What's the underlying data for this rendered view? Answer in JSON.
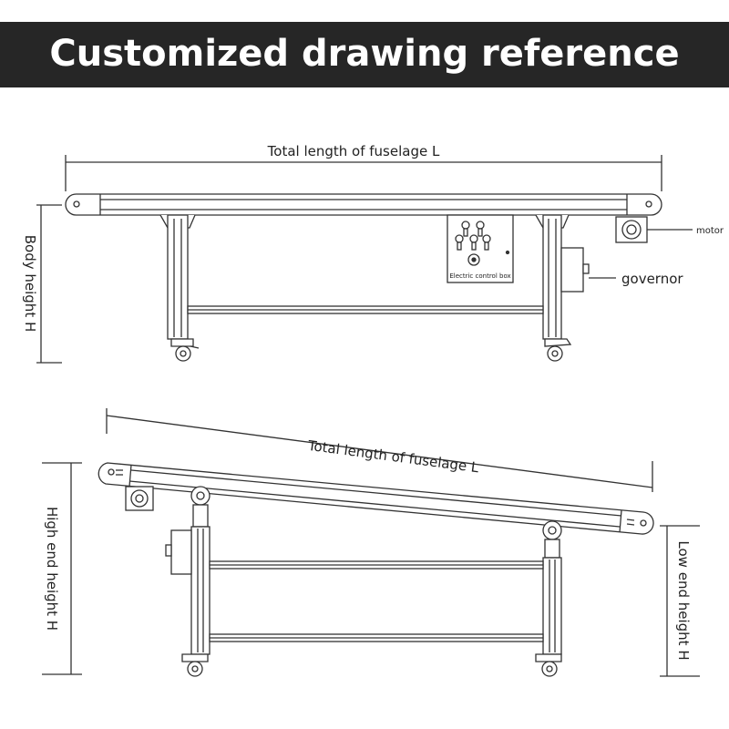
{
  "title": "Customized drawing reference",
  "colors": {
    "banner": "#262626",
    "banner_text": "#ffffff",
    "line": "#333333",
    "label": "#222222"
  },
  "flat_view": {
    "length_label": "Total length of fuselage L",
    "height_label": "Body height H",
    "control_box_label": "Electric control box",
    "motor_label": "motor",
    "governor_label": "governor"
  },
  "inclined_view": {
    "length_label": "Total length of fuselage L",
    "high_end_label": "High end height H",
    "low_end_label": "Low end height H"
  }
}
